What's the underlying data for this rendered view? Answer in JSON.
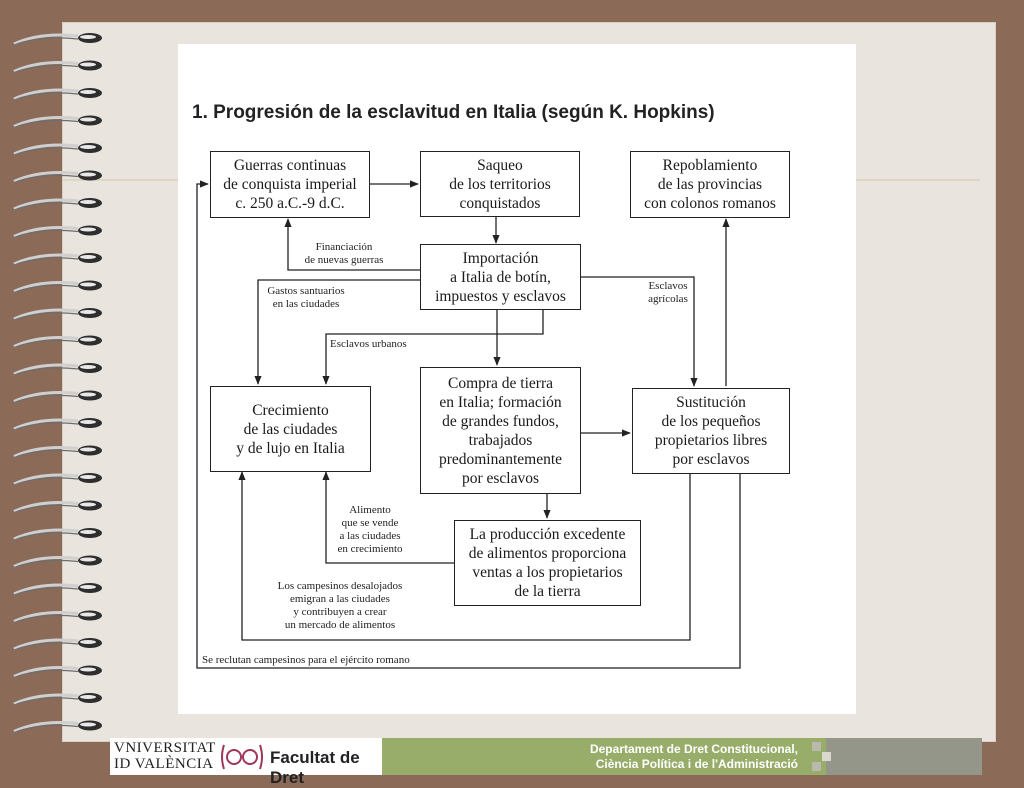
{
  "title": "1.  Progresión de la esclavitud en Italia (según K. Hopkins)",
  "boxes": {
    "guerras": "Guerras continuas\nde conquista imperial\nc. 250 a.C.-9 d.C.",
    "saqueo": "Saqueo\nde los territorios\nconquistados",
    "repoblamiento": "Repoblamiento\nde las provincias\ncon colonos romanos",
    "importacion": "Importación\na Italia de botín,\nimpuestos y esclavos",
    "crecimiento": "Crecimiento\nde las ciudades\ny de lujo en Italia",
    "compra": "Compra de tierra\nen Italia; formación\nde grandes fundos,\ntrabajados\npredominantemente\npor esclavos",
    "sustitucion": "Sustitución\nde los pequeños\npropietarios libres\npor esclavos",
    "produccion": "La producción excedente\nde alimentos proporciona\nventas a los propietarios\nde la tierra"
  },
  "labels": {
    "financiacion": "Financiación\nde nuevas guerras",
    "gastos": "Gastos santuarios\nen las ciudades",
    "esclavos_agricolas": "Esclavos\nagrícolas",
    "esclavos_urbanos": "Esclavos urbanos",
    "alimento": "Alimento\nque se vende\na las ciudades\nen crecimiento",
    "campesinos": "Los campesinos desalojados\nemigran a las ciudades\ny contribuyen a crear\nun mercado de alimentos",
    "reclutan": "Se reclutan campesinos para el ejército romano"
  },
  "footer": {
    "university_line1": "VNIVERSITAT",
    "university_line2": "ID VALÈNCIA",
    "faculty": "Facultat de Dret",
    "department_line1": "Departament de Dret Constitucional,",
    "department_line2": "Ciència Política i de l'Administració"
  },
  "colors": {
    "background": "#8b6a58",
    "slide": "#e9e4dd",
    "footer_green": "#98ad6a",
    "footer_gray": "#95968a"
  }
}
